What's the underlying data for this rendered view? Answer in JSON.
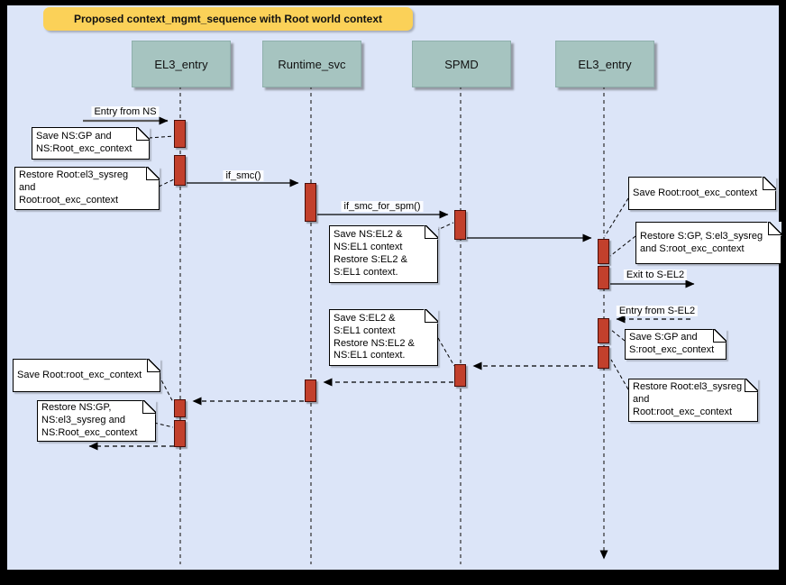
{
  "title": "Proposed context_mgmt_sequence with Root world context",
  "lifelines": [
    {
      "label": "EL3_entry"
    },
    {
      "label": "Runtime_svc"
    },
    {
      "label": "SPMD"
    },
    {
      "label": "EL3_entry"
    }
  ],
  "messages": {
    "entry_from_ns": "Entry from NS",
    "if_smc": "if_smc()",
    "if_smc_for_spm": "if_smc_for_spm()",
    "exit_to_sel2": "Exit to S-EL2",
    "entry_from_sel2": "Entry from S-EL2"
  },
  "notes": {
    "save_ns_gp": "Save NS:GP and\nNS:Root_exc_context",
    "restore_root_left_top": "Restore Root:el3_sysreg\nand\nRoot:root_exc_context",
    "save_ns_el2": "Save NS:EL2 &\nNS:EL1 context\nRestore S:EL2 &\nS:EL1 context.",
    "save_root_right": "Save Root:root_exc_context",
    "restore_s_gp": "Restore S:GP, S:el3_sysreg\nand S:root_exc_context",
    "save_s_gp": "Save S:GP and\nS:root_exc_context",
    "restore_root_right": "Restore Root:el3_sysreg\nand\nRoot:root_exc_context",
    "save_s_el2": "Save S:EL2 &\nS:EL1 context\nRestore NS:EL2 &\nNS:EL1 context.",
    "save_root_left": "Save Root:root_exc_context",
    "restore_ns_gp": "Restore NS:GP,\nNS:el3_sysreg and\nNS:Root_exc_context"
  },
  "colors": {
    "background": "#dce5f8",
    "frame": "#000000",
    "title_bg": "#fbd158",
    "lifeline_box_fill": "#a6c4c0",
    "activation_fill": "#c2402c",
    "activation_border": "#4a0d08"
  }
}
